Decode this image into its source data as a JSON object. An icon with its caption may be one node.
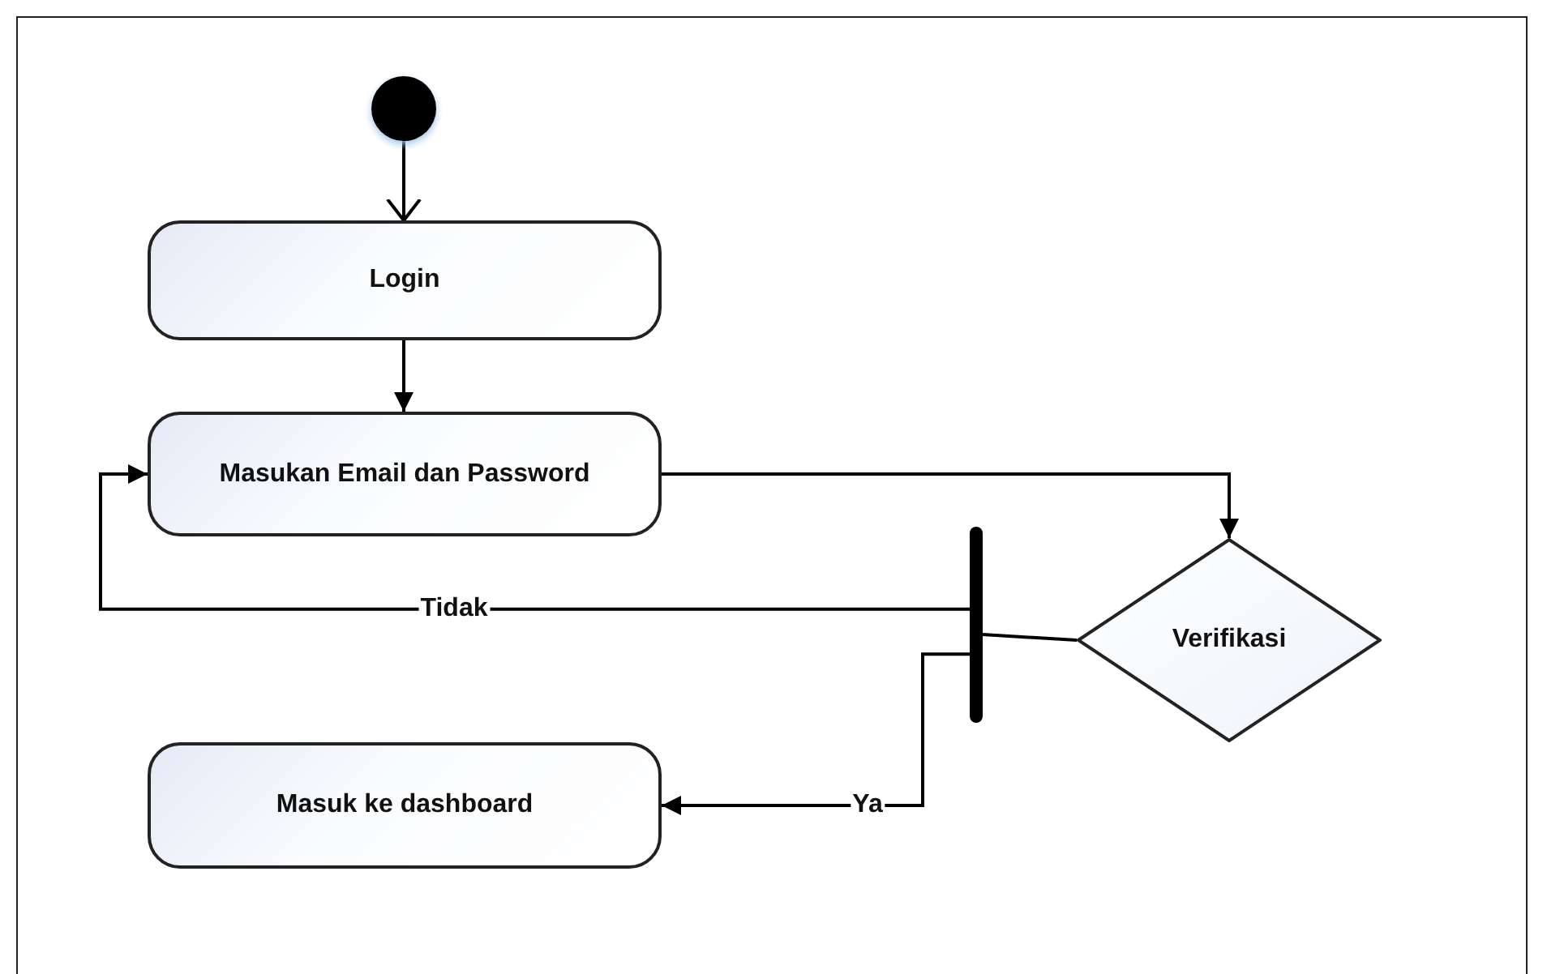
{
  "diagram": {
    "nodes": [
      {
        "text": [],
        "shape": "circle"
      },
      {
        "text": [
          "Login"
        ]
      },
      {
        "text": [
          "Masukan Email dan Password"
        ]
      },
      {
        "text": [
          "Verifikasi"
        ]
      },
      {
        "text": [],
        "shape": "bar"
      },
      {
        "text": [
          "Masuk ke dashboard"
        ]
      }
    ],
    "edges": [
      {
        "from": 0,
        "to": 1,
        "arrow": "to"
      },
      {
        "from": 1,
        "to": 2,
        "arrow": "to"
      },
      {
        "from": 2,
        "to": 3,
        "arrow": "to"
      },
      {
        "from": 3,
        "to": 4,
        "arrow": "none"
      },
      {
        "from": 4,
        "to": 2,
        "arrow": "to",
        "label": "Tidak"
      },
      {
        "from": 4,
        "to": 5,
        "arrow": "to",
        "label": "Ya"
      }
    ]
  }
}
